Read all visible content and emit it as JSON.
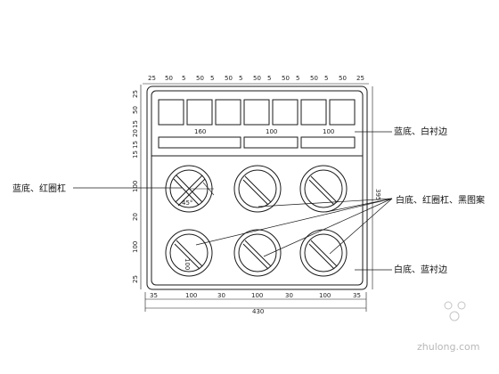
{
  "top_dims": [
    "25",
    "50",
    "5",
    "50",
    "5",
    "50",
    "5",
    "50",
    "5",
    "50",
    "5",
    "50",
    "5",
    "50",
    "25"
  ],
  "panel_dims": [
    "160",
    "100",
    "100"
  ],
  "left_dims": [
    "25",
    "50",
    "15",
    "20",
    "15",
    "15",
    "100",
    "20",
    "100",
    "25"
  ],
  "right_dim": "395",
  "bottom_dims": [
    "35",
    "100",
    "30",
    "100",
    "30",
    "100",
    "35"
  ],
  "bottom_total": "430",
  "inner_marks": [
    "45°",
    "100"
  ],
  "labels": {
    "blue_white_border": "蓝底、白衬边",
    "blue_red_ring": "蓝底、红圈杠",
    "white_red_black": "白底、红圈杠、黑图案",
    "white_blue_border": "白底、蓝衬边"
  },
  "watermark": "zhulong.com",
  "colors": {
    "line": "#1a1a1a",
    "watermark": "#c4c4c4"
  }
}
